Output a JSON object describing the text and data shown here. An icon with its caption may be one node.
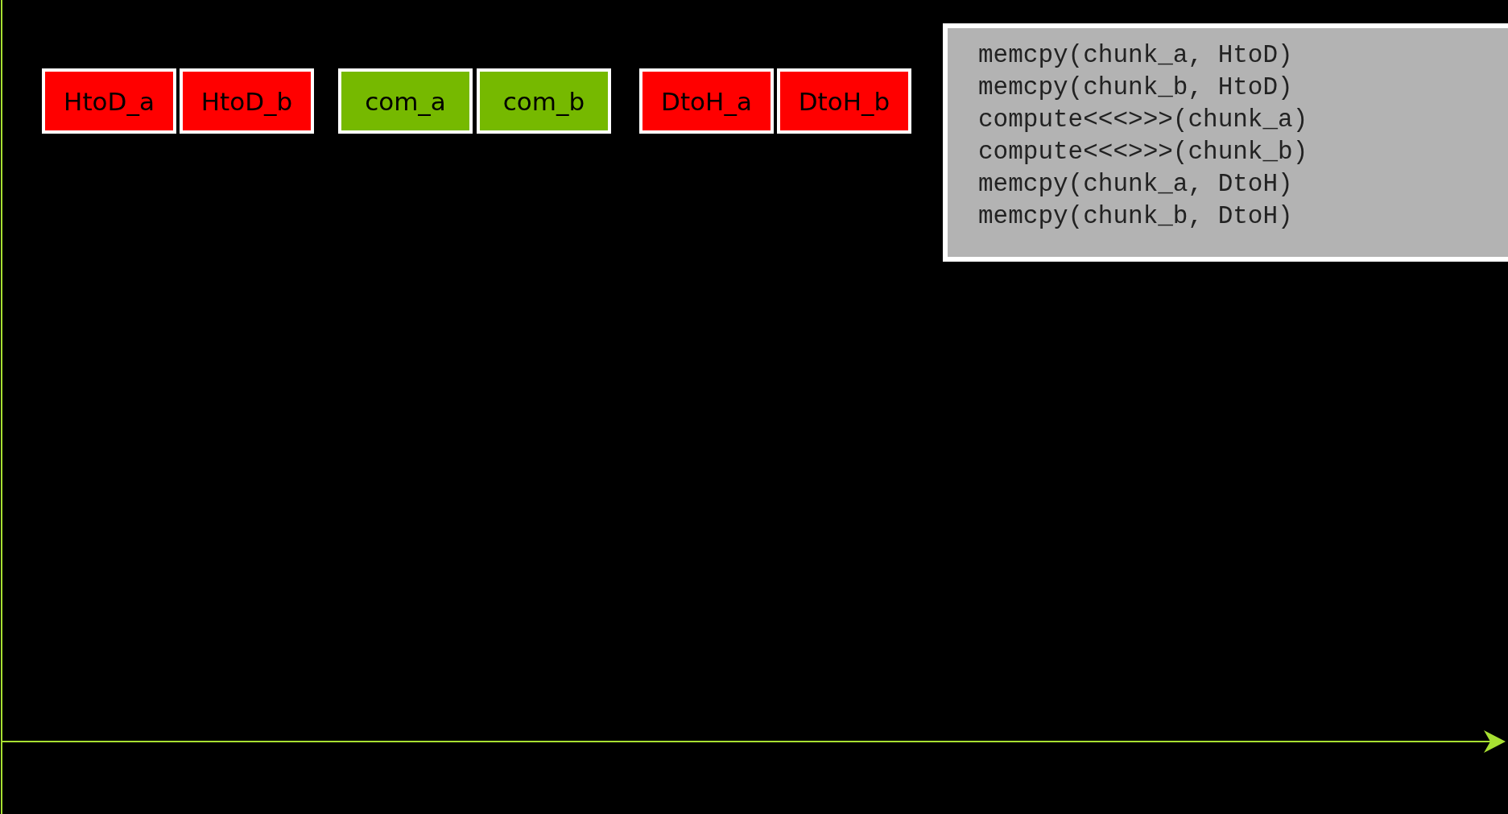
{
  "diagram": {
    "nodes": [
      {
        "text": [
          "HtoD_a"
        ]
      },
      {
        "text": [
          "HtoD_b"
        ]
      },
      {
        "text": [
          "com_a"
        ]
      },
      {
        "text": [
          "com_b"
        ]
      },
      {
        "text": [
          "DtoH_a"
        ]
      },
      {
        "text": [
          "DtoH_b"
        ]
      },
      {
        "text": [
          "memcpy(chunk_a, HtoD)",
          "memcpy(chunk_b, HtoD)",
          "compute<<<>>>(chunk_a)",
          "compute<<<>>>(chunk_b)",
          "memcpy(chunk_a, DtoH)",
          "memcpy(chunk_b, DtoH)"
        ]
      }
    ],
    "edges": []
  }
}
